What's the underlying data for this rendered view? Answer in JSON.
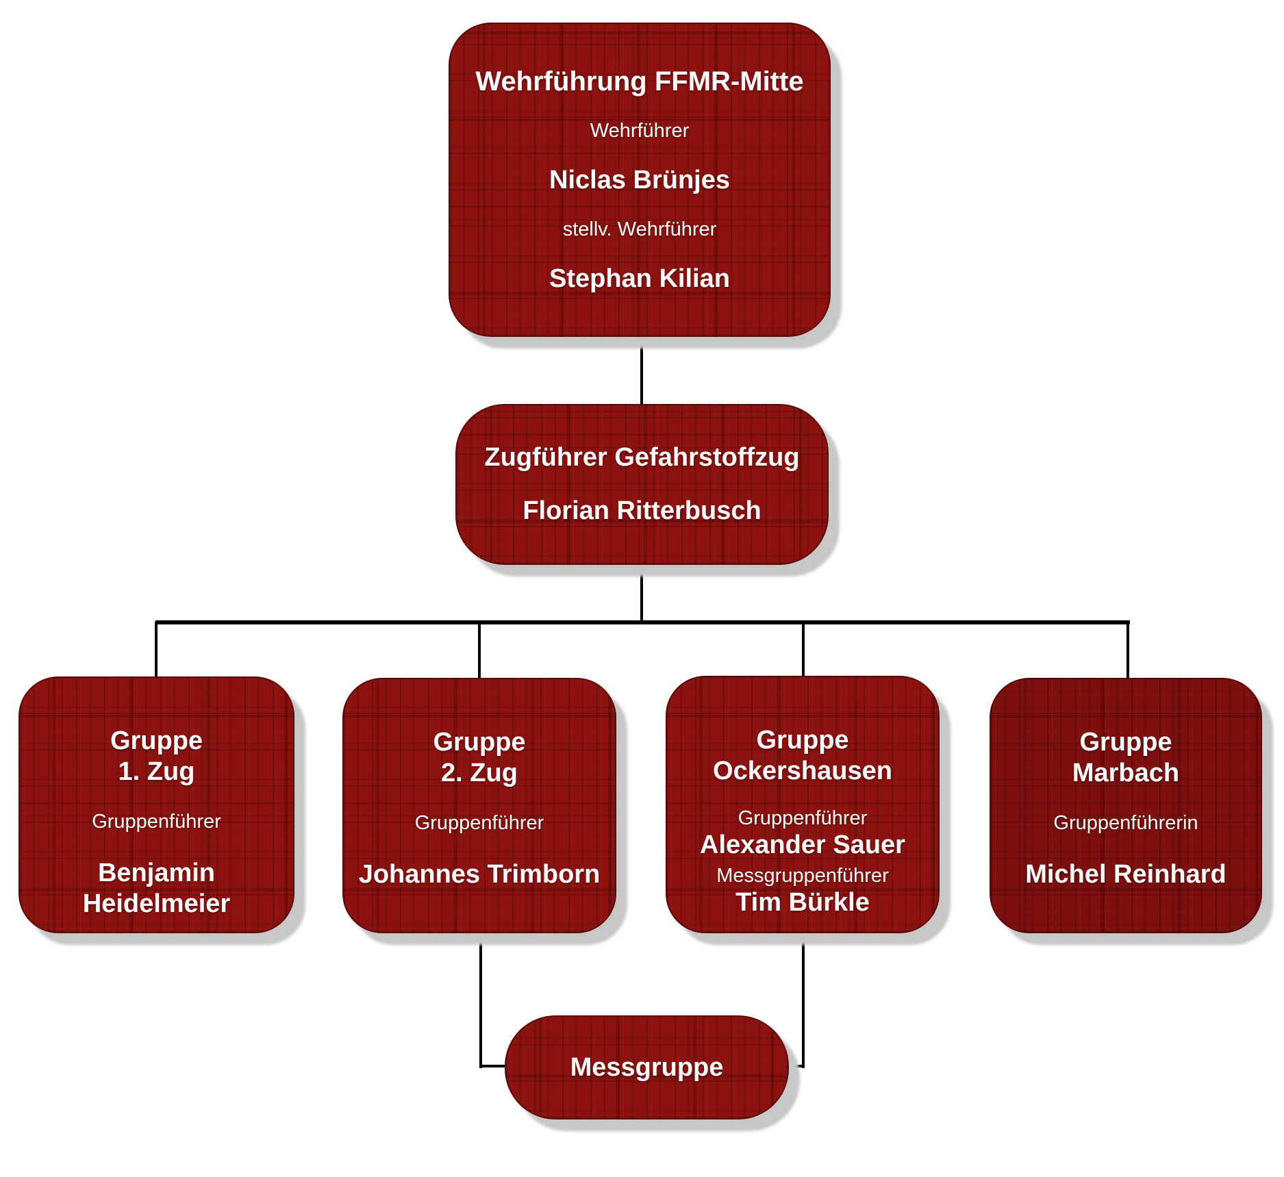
{
  "nodes": {
    "wehrfuehrung": {
      "title": "Wehrführung FFMR-Mitte",
      "role1": "Wehrführer",
      "name1": "Niclas Brünjes",
      "role2": "stellv. Wehrführer",
      "name2": "Stephan Kilian"
    },
    "zugfuehrer": {
      "title": "Zugführer Gefahrstoffzug",
      "name": "Florian Ritterbusch"
    },
    "gruppe1": {
      "title_line1": "Gruppe",
      "title_line2": "1. Zug",
      "role": "Gruppenführer",
      "name_line1": "Benjamin",
      "name_line2": "Heidelmeier"
    },
    "gruppe2": {
      "title_line1": "Gruppe",
      "title_line2": "2. Zug",
      "role": "Gruppenführer",
      "name": "Johannes Trimborn"
    },
    "ockershausen": {
      "title_line1": "Gruppe",
      "title_line2": "Ockershausen",
      "role1": "Gruppenführer",
      "name1": "Alexander Sauer",
      "role2": "Messgruppenführer",
      "name2": "Tim Bürkle"
    },
    "marbach": {
      "title_line1": "Gruppe",
      "title_line2": "Marbach",
      "role": "Gruppenführerin",
      "name": "Michel Reinhard"
    },
    "messgruppe": {
      "title": "Messgruppe"
    }
  },
  "colors": {
    "box_fill": "#8c1210",
    "box_fill_dark": "#7d100e",
    "box_shadow": "#c7c7c7",
    "connector": "#000000",
    "text": "#ffffff",
    "background": "#ffffff"
  }
}
